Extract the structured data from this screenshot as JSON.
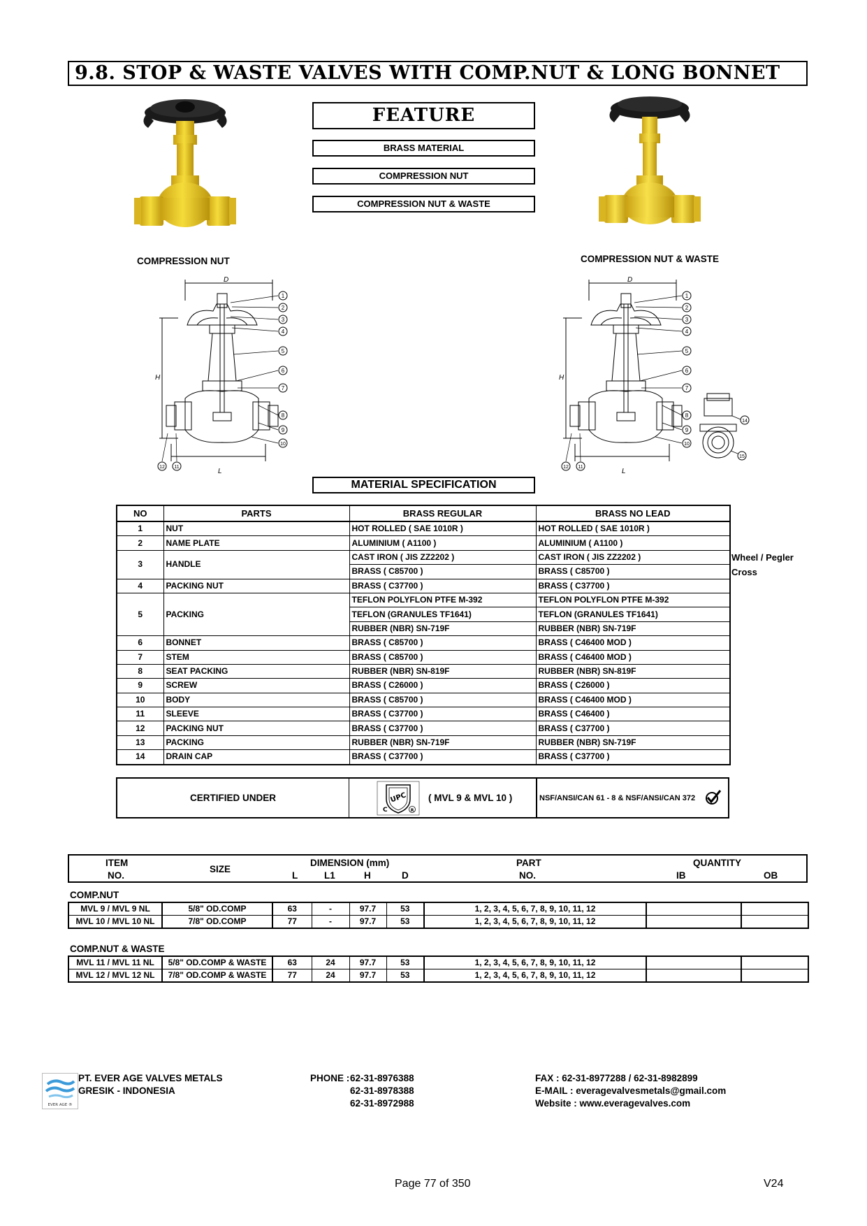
{
  "title": "9.8.  STOP & WASTE VALVES WITH COMP.NUT & LONG BONNET",
  "feature": {
    "title": "FEATURE",
    "items": [
      "BRASS MATERIAL",
      "COMPRESSION NUT",
      "COMPRESSION NUT & WASTE"
    ]
  },
  "photos": {
    "left_caption": "COMPRESSION NUT",
    "right_caption": "COMPRESSION NUT & WASTE"
  },
  "drawing": {
    "dim_d": "D",
    "dim_h": "H",
    "dim_l": "L",
    "left_callouts": [
      "1",
      "2",
      "3",
      "4",
      "5",
      "6",
      "7",
      "8",
      "9",
      "10",
      "12",
      "11"
    ],
    "right_callouts": [
      "1",
      "2",
      "3",
      "4",
      "5",
      "6",
      "7",
      "8",
      "9",
      "10",
      "12",
      "11",
      "14",
      "15"
    ]
  },
  "material": {
    "title": "MATERIAL SPECIFICATION",
    "headers": [
      "NO",
      "PARTS",
      "BRASS REGULAR",
      "BRASS NO LEAD"
    ],
    "rows": [
      {
        "no": "1",
        "part": "NUT",
        "regular": [
          "HOT ROLLED ( SAE 1010R )"
        ],
        "nolead": [
          "HOT ROLLED ( SAE 1010R )"
        ]
      },
      {
        "no": "2",
        "part": "NAME PLATE",
        "regular": [
          "ALUMINIUM  ( A1100 )"
        ],
        "nolead": [
          "ALUMINIUM  ( A1100 )"
        ]
      },
      {
        "no": "3",
        "part": "HANDLE",
        "regular": [
          "CAST IRON ( JIS ZZ2202 )",
          "BRASS ( C85700 )"
        ],
        "nolead": [
          "CAST IRON ( JIS ZZ2202 )",
          "BRASS ( C85700 )"
        ]
      },
      {
        "no": "4",
        "part": "PACKING NUT",
        "regular": [
          "BRASS ( C37700 )"
        ],
        "nolead": [
          "BRASS ( C37700 )"
        ]
      },
      {
        "no": "5",
        "part": "PACKING",
        "regular": [
          "TEFLON POLYFLON PTFE M-392",
          "TEFLON (GRANULES TF1641)",
          "RUBBER (NBR) SN-719F"
        ],
        "nolead": [
          "TEFLON POLYFLON PTFE M-392",
          "TEFLON (GRANULES TF1641)",
          "RUBBER (NBR) SN-719F"
        ]
      },
      {
        "no": "6",
        "part": "BONNET",
        "regular": [
          "BRASS ( C85700 )"
        ],
        "nolead": [
          "BRASS ( C46400 MOD )"
        ]
      },
      {
        "no": "7",
        "part": "STEM",
        "regular": [
          "BRASS ( C85700 )"
        ],
        "nolead": [
          "BRASS ( C46400 MOD )"
        ]
      },
      {
        "no": "8",
        "part": "SEAT PACKING",
        "regular": [
          "RUBBER (NBR) SN-819F"
        ],
        "nolead": [
          "RUBBER (NBR) SN-819F"
        ]
      },
      {
        "no": "9",
        "part": "SCREW",
        "regular": [
          "BRASS ( C26000 )"
        ],
        "nolead": [
          "BRASS ( C26000 )"
        ]
      },
      {
        "no": "10",
        "part": "BODY",
        "regular": [
          "BRASS ( C85700 )"
        ],
        "nolead": [
          "BRASS ( C46400 MOD )"
        ]
      },
      {
        "no": "11",
        "part": "SLEEVE",
        "regular": [
          "BRASS ( C37700 )"
        ],
        "nolead": [
          "BRASS ( C46400 )"
        ]
      },
      {
        "no": "12",
        "part": "PACKING NUT",
        "regular": [
          "BRASS ( C37700 )"
        ],
        "nolead": [
          "BRASS ( C37700 )"
        ]
      },
      {
        "no": "13",
        "part": "PACKING",
        "regular": [
          "RUBBER (NBR) SN-719F"
        ],
        "nolead": [
          "RUBBER (NBR) SN-719F"
        ]
      },
      {
        "no": "14",
        "part": "DRAIN CAP",
        "regular": [
          "BRASS ( C37700 )"
        ],
        "nolead": [
          "BRASS ( C37700 )"
        ]
      }
    ],
    "handle_note": [
      "Wheel / Pegler",
      "Cross"
    ]
  },
  "certification": {
    "label": "CERTIFIED UNDER",
    "logo_text": "UPC",
    "logo_c": "C",
    "logo_r": "R",
    "models": "( MVL 9 & MVL 10 )",
    "standard": "NSF/ANSI/CAN 61 - 8 & NSF/ANSI/CAN 372"
  },
  "dimensions": {
    "headers": {
      "item": "ITEM",
      "no": "NO.",
      "size": "SIZE",
      "dimension": "DIMENSION (mm)",
      "l": "L",
      "l1": "L1",
      "h": "H",
      "d": "D",
      "part": "PART",
      "part_no": "NO.",
      "quantity": "QUANTITY",
      "ib": "IB",
      "ob": "OB"
    },
    "groups": [
      {
        "label": "COMP.NUT",
        "rows": [
          {
            "item": "MVL 9  / MVL 9 NL",
            "size": "5/8\" OD.COMP",
            "l": "63",
            "l1": "-",
            "h": "97.7",
            "d": "53",
            "part": "1, 2, 3, 4, 5, 6, 7, 8, 9, 10, 11, 12",
            "ib": "",
            "ob": ""
          },
          {
            "item": "MVL 10 / MVL 10 NL",
            "size": "7/8\" OD.COMP",
            "l": "77",
            "l1": "-",
            "h": "97.7",
            "d": "53",
            "part": "1, 2, 3, 4, 5, 6, 7, 8, 9, 10, 11, 12",
            "ib": "",
            "ob": ""
          }
        ]
      },
      {
        "label": "COMP.NUT & WASTE",
        "rows": [
          {
            "item": "MVL 11 / MVL 11 NL",
            "size": "5/8\" OD.COMP & WASTE",
            "l": "63",
            "l1": "24",
            "h": "97.7",
            "d": "53",
            "part": "1, 2, 3, 4, 5, 6, 7, 8, 9, 10, 11, 12",
            "ib": "",
            "ob": ""
          },
          {
            "item": "MVL 12 / MVL 12 NL",
            "size": "7/8\" OD.COMP & WASTE",
            "l": "77",
            "l1": "24",
            "h": "97.7",
            "d": "53",
            "part": "1, 2, 3, 4, 5, 6, 7, 8, 9, 10, 11, 12",
            "ib": "",
            "ob": ""
          }
        ]
      }
    ]
  },
  "footer": {
    "logo_text": "EVER AGE ®",
    "company": "PT. EVER AGE VALVES METALS",
    "city": "GRESIK - INDONESIA",
    "phone_label": "PHONE :",
    "phones": [
      "62-31-8976388",
      "62-31-8978388",
      "62-31-8972988"
    ],
    "fax": "FAX  :  62-31-8977288 / 62-31-8982899",
    "email": "E-MAIL  :  everagevalvesmetals@gmail.com",
    "website": "Website  :  www.everagevalves.com"
  },
  "page": "Page 77 of 350",
  "version": "V24",
  "colors": {
    "brass": "#E6C21A",
    "brass_dark": "#B8920C",
    "handle": "#111111",
    "line": "#000000"
  }
}
